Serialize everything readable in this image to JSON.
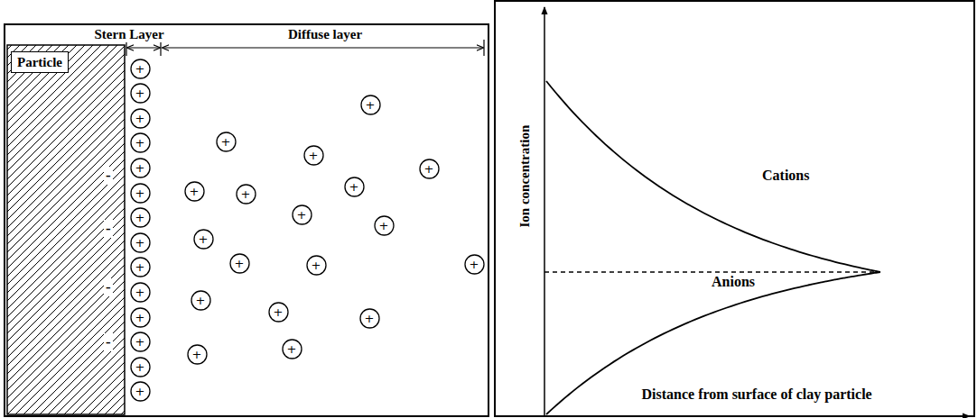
{
  "diagram": {
    "nodes": [
      {
        "text": [
          "Particle"
        ]
      },
      {
        "text": [
          "+"
        ]
      },
      {
        "text": [
          "+"
        ]
      },
      {
        "text": [
          "+"
        ]
      },
      {
        "text": [
          "+"
        ]
      },
      {
        "text": [
          "+"
        ]
      },
      {
        "text": [
          "+"
        ]
      },
      {
        "text": [
          "+"
        ]
      },
      {
        "text": [
          "+"
        ]
      },
      {
        "text": [
          "+"
        ]
      },
      {
        "text": [
          "+"
        ]
      },
      {
        "text": [
          "+"
        ]
      },
      {
        "text": [
          "+"
        ]
      },
      {
        "text": [
          "+"
        ]
      },
      {
        "text": [
          "+"
        ]
      },
      {
        "text": [
          "+"
        ]
      },
      {
        "text": [
          "+"
        ]
      },
      {
        "text": [
          "+"
        ]
      },
      {
        "text": [
          "+"
        ]
      },
      {
        "text": [
          "+"
        ]
      },
      {
        "text": [
          "+"
        ]
      },
      {
        "text": [
          "+"
        ]
      },
      {
        "text": [
          "+"
        ]
      },
      {
        "text": [
          "+"
        ]
      },
      {
        "text": [
          "+"
        ]
      },
      {
        "text": [
          "+"
        ]
      },
      {
        "text": [
          "+"
        ]
      },
      {
        "text": [
          "+"
        ]
      },
      {
        "text": [
          "+"
        ]
      },
      {
        "text": [
          "+"
        ]
      },
      {
        "text": [
          "+"
        ]
      },
      {
        "text": [
          "+"
        ]
      },
      {
        "text": [
          "+"
        ]
      }
    ],
    "labels": [
      "Stern Layer",
      "Diffuse layer",
      "-",
      "-",
      "-",
      "-",
      "Cations",
      "Anions",
      "Ion concentration",
      "Distance from surface of clay particle"
    ]
  }
}
